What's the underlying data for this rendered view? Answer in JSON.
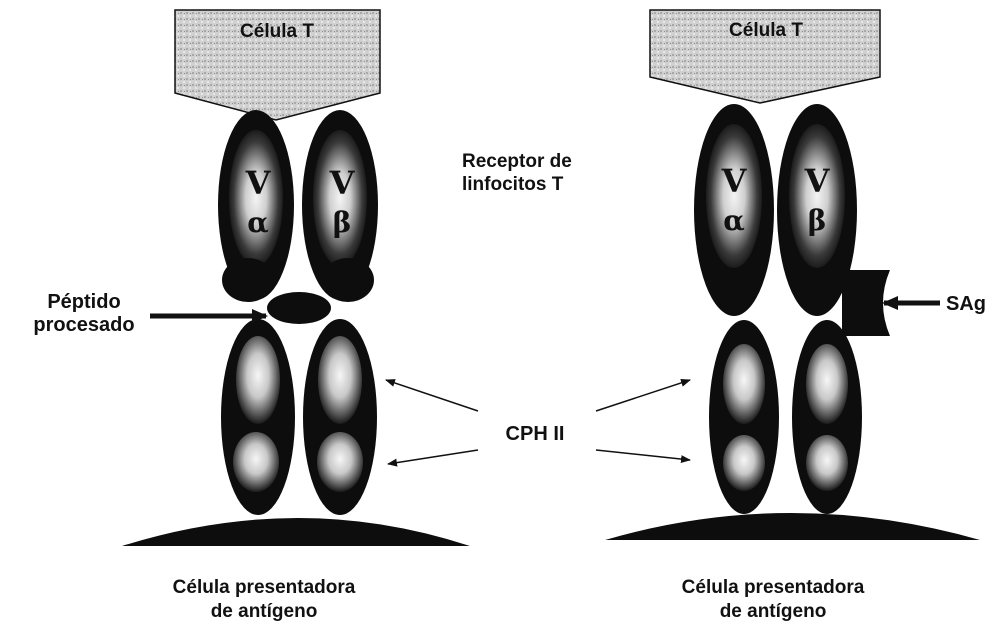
{
  "tcell_label": "Célula T",
  "variable_symbol": "V",
  "alpha_symbol": "α",
  "beta_symbol": "β",
  "tcr_label_line1": "Receptor de",
  "tcr_label_line2": "linfocitos T",
  "peptide_label_line1": "Péptido",
  "peptide_label_line2": "procesado",
  "mhc_label": "CPH II",
  "superantigen_label": "SAg",
  "apc_label_line1": "Célula presentadora",
  "apc_label_line2": "de antígeno",
  "colors": {
    "ink": "#111111",
    "tcell_fill": "#d4d4d4",
    "domain_highlight": "#f2f2f2",
    "background": "#ffffff"
  }
}
